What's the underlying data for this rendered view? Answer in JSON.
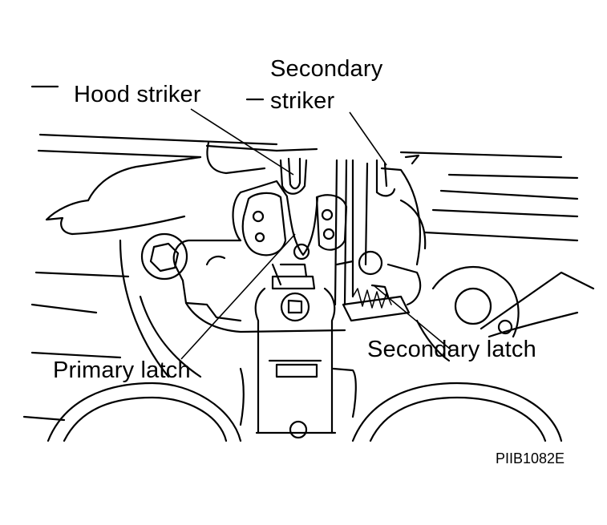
{
  "diagram": {
    "labels": {
      "hood_striker": "Hood striker",
      "secondary_striker_line1": "Secondary",
      "secondary_striker_line2": "striker",
      "primary_latch": "Primary latch",
      "secondary_latch": "Secondary latch",
      "figure_code": "PIIB1082E"
    }
  }
}
